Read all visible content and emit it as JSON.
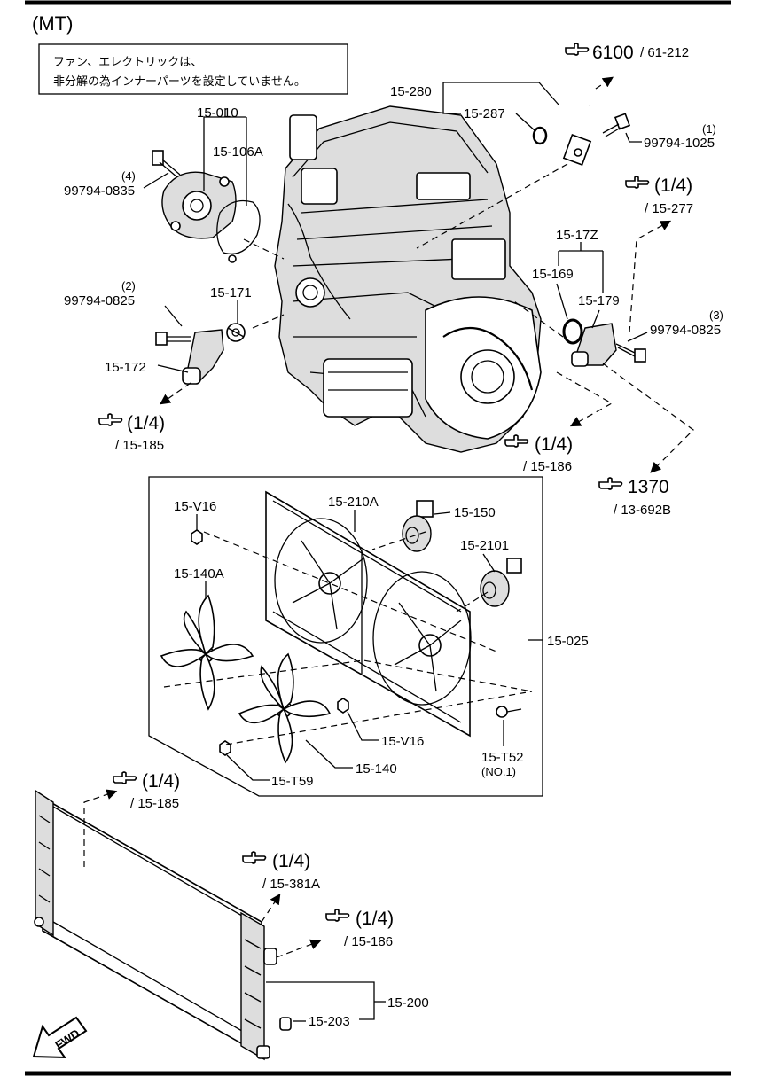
{
  "title": "(MT)",
  "note": {
    "line1": "ファン、エレクトリックは、",
    "line2": "非分解の為インナーパーツを設定していません。"
  },
  "labels": {
    "p15_010": "15-010",
    "p15_106a": "15-106A",
    "p99794_0835_qty": "(4)",
    "p99794_0835": "99794-0835",
    "p99794_0825a_qty": "(2)",
    "p99794_0825a": "99794-0825",
    "p15_171": "15-171",
    "p15_172": "15-172",
    "p15_280": "15-280",
    "p15_287": "15-287",
    "p99794_1025_qty": "(1)",
    "p99794_1025": "99794-1025",
    "p15_17z": "15-17Z",
    "p15_169": "15-169",
    "p15_179": "15-179",
    "p99794_0825b_qty": "(3)",
    "p99794_0825b": "99794-0825",
    "p15_v16a": "15-V16",
    "p15_210a": "15-210A",
    "p15_150": "15-150",
    "p15_2101": "15-2101",
    "p15_140a": "15-140A",
    "p15_025": "15-025",
    "p15_v16b": "15-V16",
    "p15_t52": "15-T52",
    "p15_t52_note": "(NO.1)",
    "p15_t59": "15-T59",
    "p15_140": "15-140",
    "p15_200": "15-200",
    "p15_203": "15-203",
    "fwd": "FWD"
  },
  "refs": {
    "r6100": {
      "main": "6100",
      "sub": "/ 61-212"
    },
    "r15_277": {
      "main": "(1/4)",
      "sub": "/ 15-277"
    },
    "r15_185a": {
      "main": "(1/4)",
      "sub": "/ 15-185"
    },
    "r15_186a": {
      "main": "(1/4)",
      "sub": "/ 15-186"
    },
    "r1370": {
      "main": "1370",
      "sub": "/ 13-692B"
    },
    "r15_185b": {
      "main": "(1/4)",
      "sub": "/ 15-185"
    },
    "r15_381a": {
      "main": "(1/4)",
      "sub": "/ 15-381A"
    },
    "r15_186b": {
      "main": "(1/4)",
      "sub": "/ 15-186"
    }
  },
  "icons": {
    "ref": "pointing-hand-icon",
    "fwd": "fwd-arrow-icon"
  }
}
